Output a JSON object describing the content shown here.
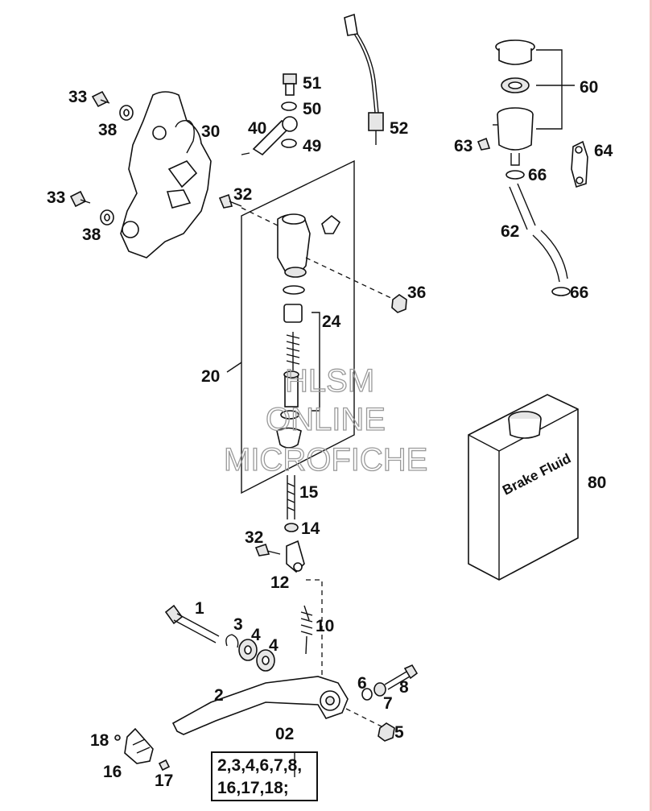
{
  "watermark": {
    "line1": "HLSM",
    "line2": "ONLINE",
    "line3": "MICROFICHE"
  },
  "container_label": "Brake Fluid",
  "kit": {
    "number": "02",
    "lines": [
      "2,3,4,6,7,8,",
      "16,17,18;"
    ]
  },
  "callouts": {
    "c33a": "33",
    "c38a": "38",
    "c30": "30",
    "c33b": "33",
    "c38b": "38",
    "c51": "51",
    "c50": "50",
    "c40": "40",
    "c49": "49",
    "c52": "52",
    "c60": "60",
    "c63": "63",
    "c64": "64",
    "c66a": "66",
    "c62": "62",
    "c66b": "66",
    "c32a": "32",
    "c36": "36",
    "c24": "24",
    "c20": "20",
    "c80": "80",
    "c15": "15",
    "c14": "14",
    "c32b": "32",
    "c12": "12",
    "c1": "1",
    "c3": "3",
    "c4a": "4",
    "c4b": "4",
    "c10": "10",
    "c6": "6",
    "c8": "8",
    "c7": "7",
    "c2": "2",
    "c18": "18",
    "c5": "5",
    "c16": "16",
    "c17": "17"
  }
}
